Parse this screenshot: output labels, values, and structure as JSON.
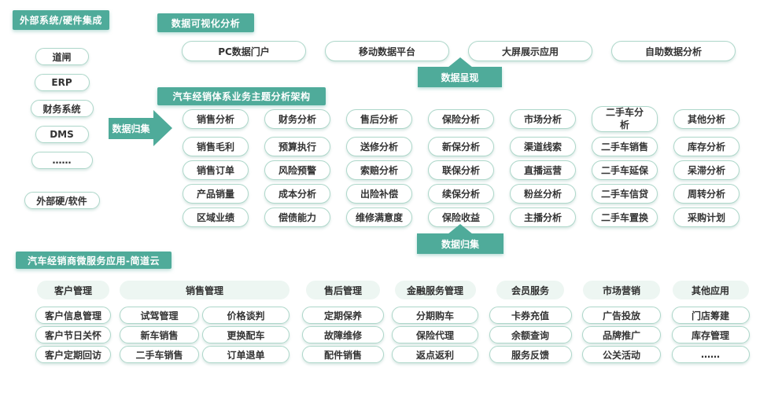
{
  "colors": {
    "teal": "#4fab9a",
    "pill_border": "#aed7ca",
    "group_header_bg": "#edf6f2",
    "text_dark": "#333333",
    "text_white": "#ffffff"
  },
  "external": {
    "title": "外部系统/硬件集成",
    "items": [
      "道闸",
      "ERP",
      "财务系统",
      "DMS",
      "……",
      "外部硬/软件"
    ]
  },
  "flow": {
    "collect_left": "数据归集",
    "present": "数据呈现",
    "collect_bottom": "数据归集"
  },
  "visualization": {
    "title": "数据可视化分析",
    "items": [
      "PC数据门户",
      "移动数据平台",
      "大屏展示应用",
      "自助数据分析"
    ]
  },
  "analysis": {
    "title": "汽车经销体系业务主题分析架构",
    "columns": [
      {
        "items": [
          "销售分析",
          "销售毛利",
          "销售订单",
          "产品销量",
          "区域业绩"
        ]
      },
      {
        "items": [
          "财务分析",
          "预算执行",
          "风险预警",
          "成本分析",
          "偿债能力"
        ]
      },
      {
        "items": [
          "售后分析",
          "送修分析",
          "索赔分析",
          "出险补偿",
          "维修满意度"
        ]
      },
      {
        "items": [
          "保险分析",
          "新保分析",
          "联保分析",
          "续保分析",
          "保险收益"
        ]
      },
      {
        "items": [
          "市场分析",
          "渠道线索",
          "直播运营",
          "粉丝分析",
          "主播分析"
        ]
      },
      {
        "items": [
          "二手车分\n析",
          "二手车销售",
          "二手车延保",
          "二手车信贷",
          "二手车置换"
        ]
      },
      {
        "items": [
          "其他分析",
          "库存分析",
          "呆滞分析",
          "周转分析",
          "采购计划"
        ]
      }
    ]
  },
  "apps": {
    "title": "汽车经销商微服务应用-简道云",
    "groups": [
      {
        "name": "客户管理",
        "items": [
          "客户信息管理",
          "客户节日关怀",
          "客户定期回访"
        ]
      },
      {
        "name": "销售管理",
        "left": [
          "试驾管理",
          "新车销售",
          "二手车销售"
        ],
        "right": [
          "价格谈判",
          "更换配车",
          "订单退单"
        ]
      },
      {
        "name": "售后管理",
        "items": [
          "定期保养",
          "故障维修",
          "配件销售"
        ]
      },
      {
        "name": "金融服务管理",
        "items": [
          "分期购车",
          "保险代理",
          "返点返利"
        ]
      },
      {
        "name": "会员服务",
        "items": [
          "卡券充值",
          "余额查询",
          "服务反馈"
        ]
      },
      {
        "name": "市场营销",
        "items": [
          "广告投放",
          "品牌推广",
          "公关活动"
        ]
      },
      {
        "name": "其他应用",
        "items": [
          "门店筹建",
          "库存管理",
          "……"
        ]
      }
    ]
  }
}
